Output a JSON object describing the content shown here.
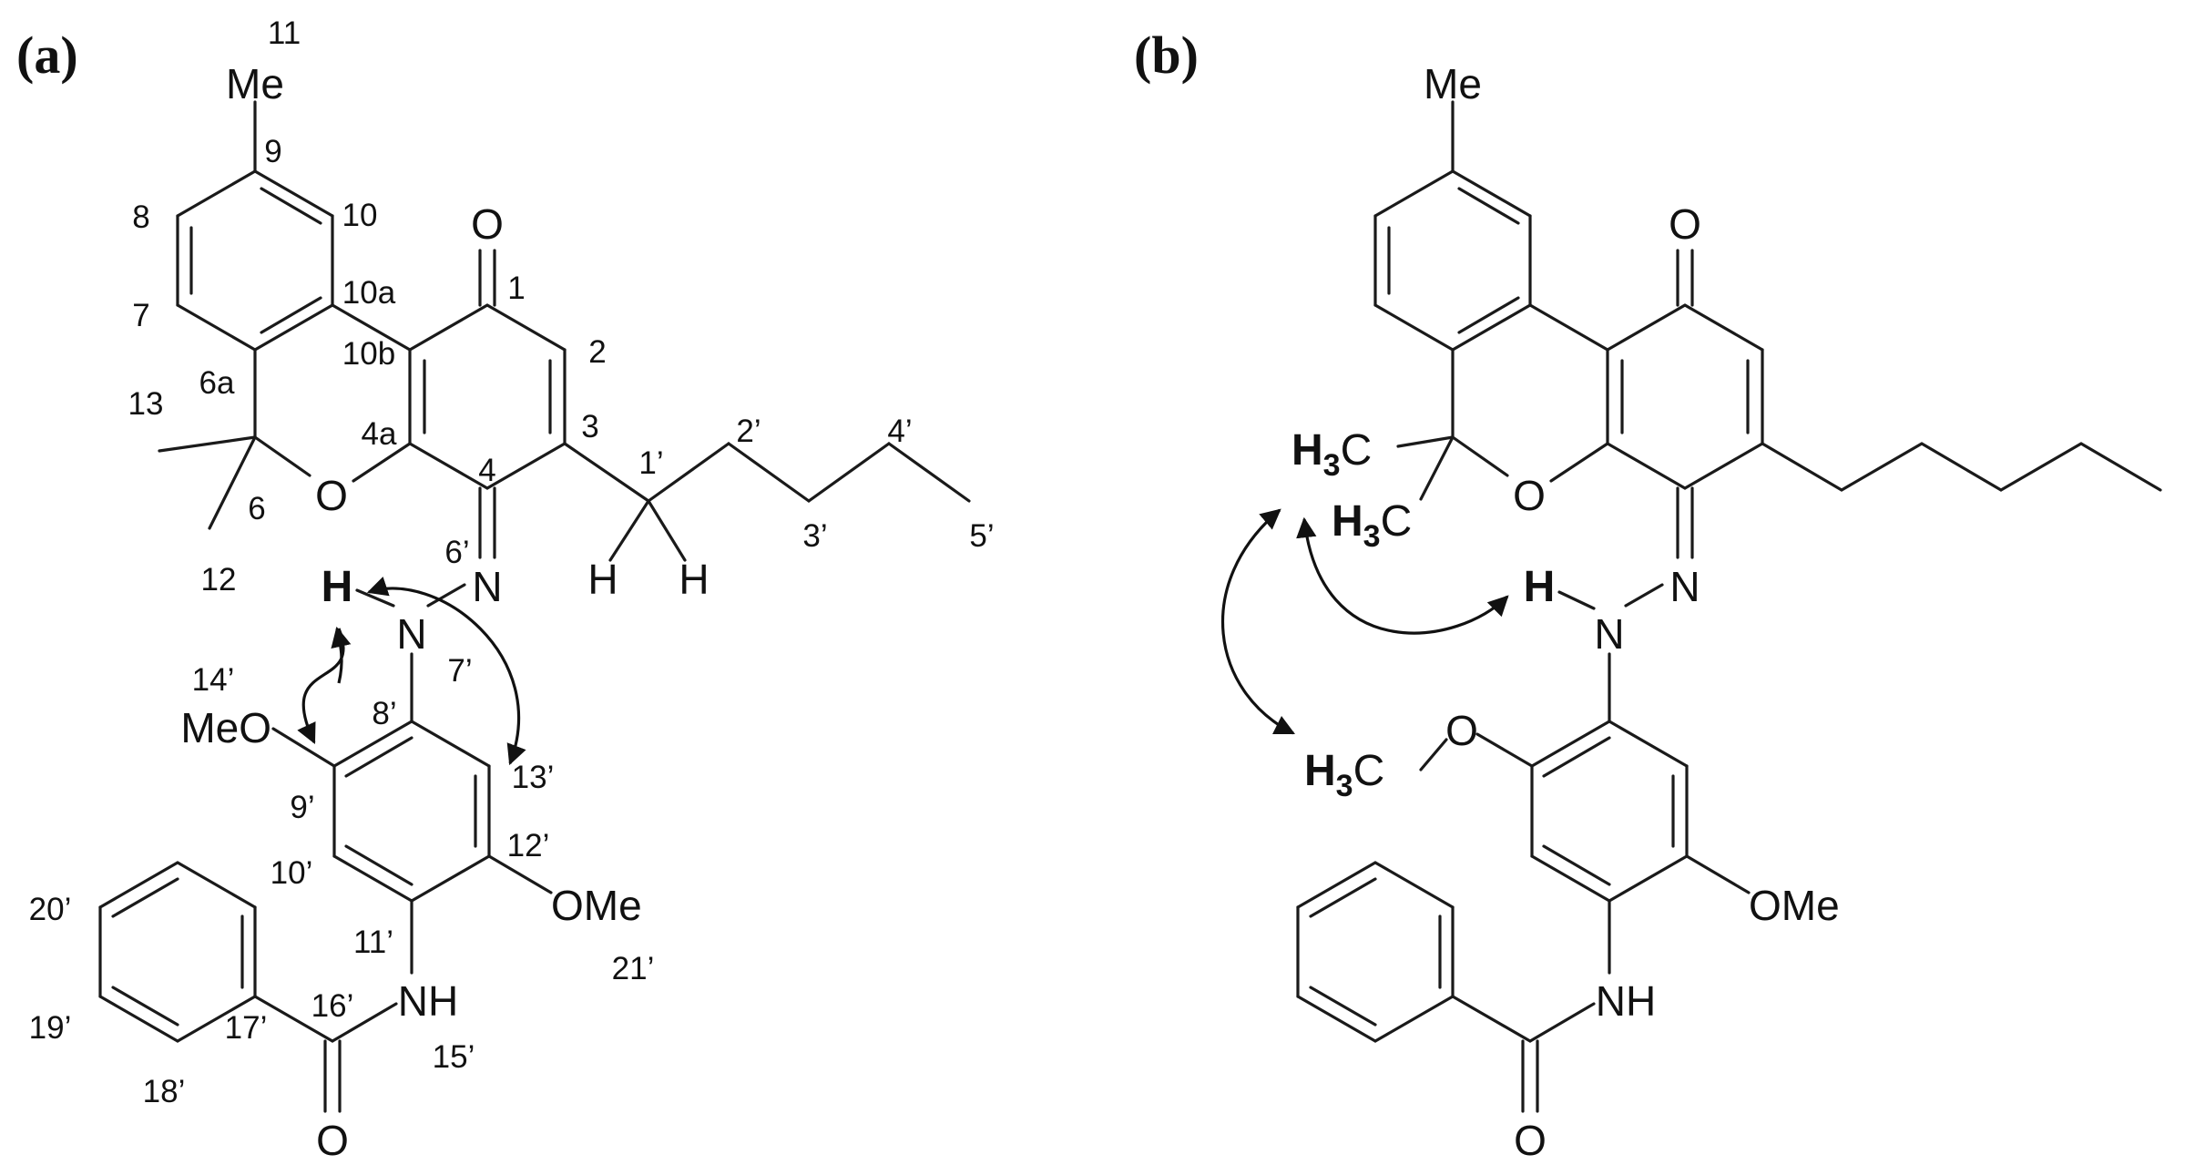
{
  "panel_labels": [
    "(a)",
    "(b)"
  ],
  "groups": {
    "me": "Me",
    "o": "O",
    "n": "N",
    "h": "H",
    "meo": "MeO",
    "ome": "OMe",
    "nh": "NH",
    "h3c": "H",
    "h3c_sub": "3",
    "h3c_c": "C"
  },
  "atom_numbers": {
    "n11": "11",
    "n9": "9",
    "n8": "8",
    "n10": "10",
    "n1": "1",
    "n2": "2",
    "n3": "3",
    "n4": "4",
    "n4a": "4a",
    "n10a": "10a",
    "n10b": "10b",
    "n7": "7",
    "n6a": "6a",
    "n13": "13",
    "n6": "6",
    "n12": "12",
    "n1p": "1’",
    "n2p": "2’",
    "n3p": "3’",
    "n4p": "4’",
    "n5p": "5’",
    "n6p": "6’",
    "n7p": "7’",
    "n8p": "8’",
    "n9p": "9’",
    "n10p": "10’",
    "n11p": "11’",
    "n12p": "12’",
    "n13p": "13’",
    "n14p": "14’",
    "n15p": "15’",
    "n16p": "16’",
    "n17p": "17’",
    "n18p": "18’",
    "n19p": "19’",
    "n20p": "20’",
    "n21p": "21’"
  }
}
